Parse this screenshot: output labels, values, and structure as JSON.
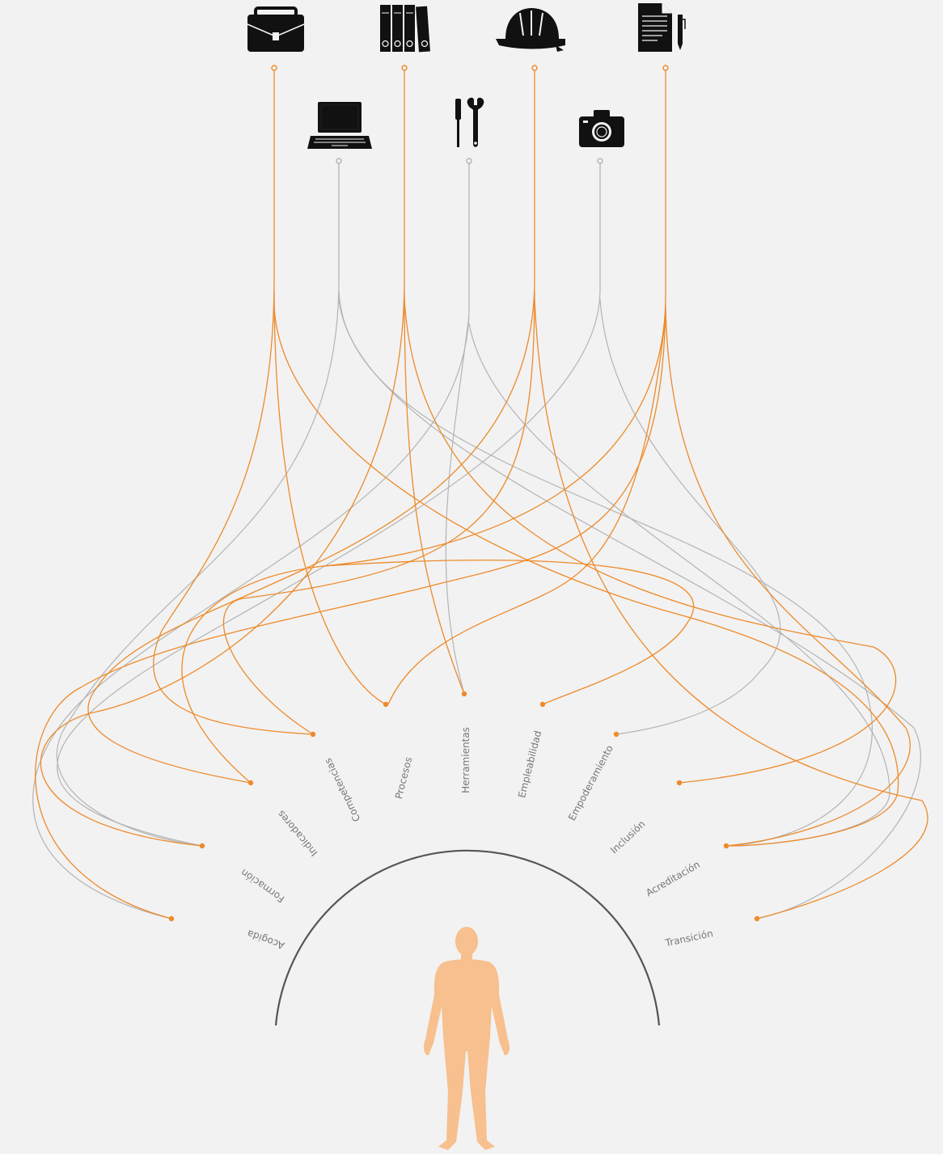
{
  "diagram": {
    "colors": {
      "background": "#f2f2f2",
      "orange": "#ee8a2a",
      "gray": "#b4b4b4",
      "arc": "#555555",
      "figure": "#f7c08e",
      "icon": "#111111",
      "label": "#777777"
    },
    "resources": [
      {
        "id": "briefcase",
        "icon": "briefcase-icon",
        "color": "orange",
        "row": "top"
      },
      {
        "id": "binders",
        "icon": "binders-icon",
        "color": "orange",
        "row": "top"
      },
      {
        "id": "helmet",
        "icon": "hard-hat-icon",
        "color": "orange",
        "row": "top"
      },
      {
        "id": "document",
        "icon": "document-pen-icon",
        "color": "orange",
        "row": "top"
      },
      {
        "id": "laptop",
        "icon": "laptop-icon",
        "color": "gray",
        "row": "bottom"
      },
      {
        "id": "tools",
        "icon": "tools-icon",
        "color": "gray",
        "row": "bottom"
      },
      {
        "id": "camera",
        "icon": "camera-icon",
        "color": "gray",
        "row": "bottom"
      }
    ],
    "stages": [
      {
        "label": "Acogida"
      },
      {
        "label": "Formación"
      },
      {
        "label": "Indicadores"
      },
      {
        "label": "Competencias"
      },
      {
        "label": "Procesos"
      },
      {
        "label": "Herramientas"
      },
      {
        "label": "Empleabilidad"
      },
      {
        "label": "Empoderamiento"
      },
      {
        "label": "Inclusión"
      },
      {
        "label": "Acreditación"
      },
      {
        "label": "Transición"
      }
    ]
  }
}
